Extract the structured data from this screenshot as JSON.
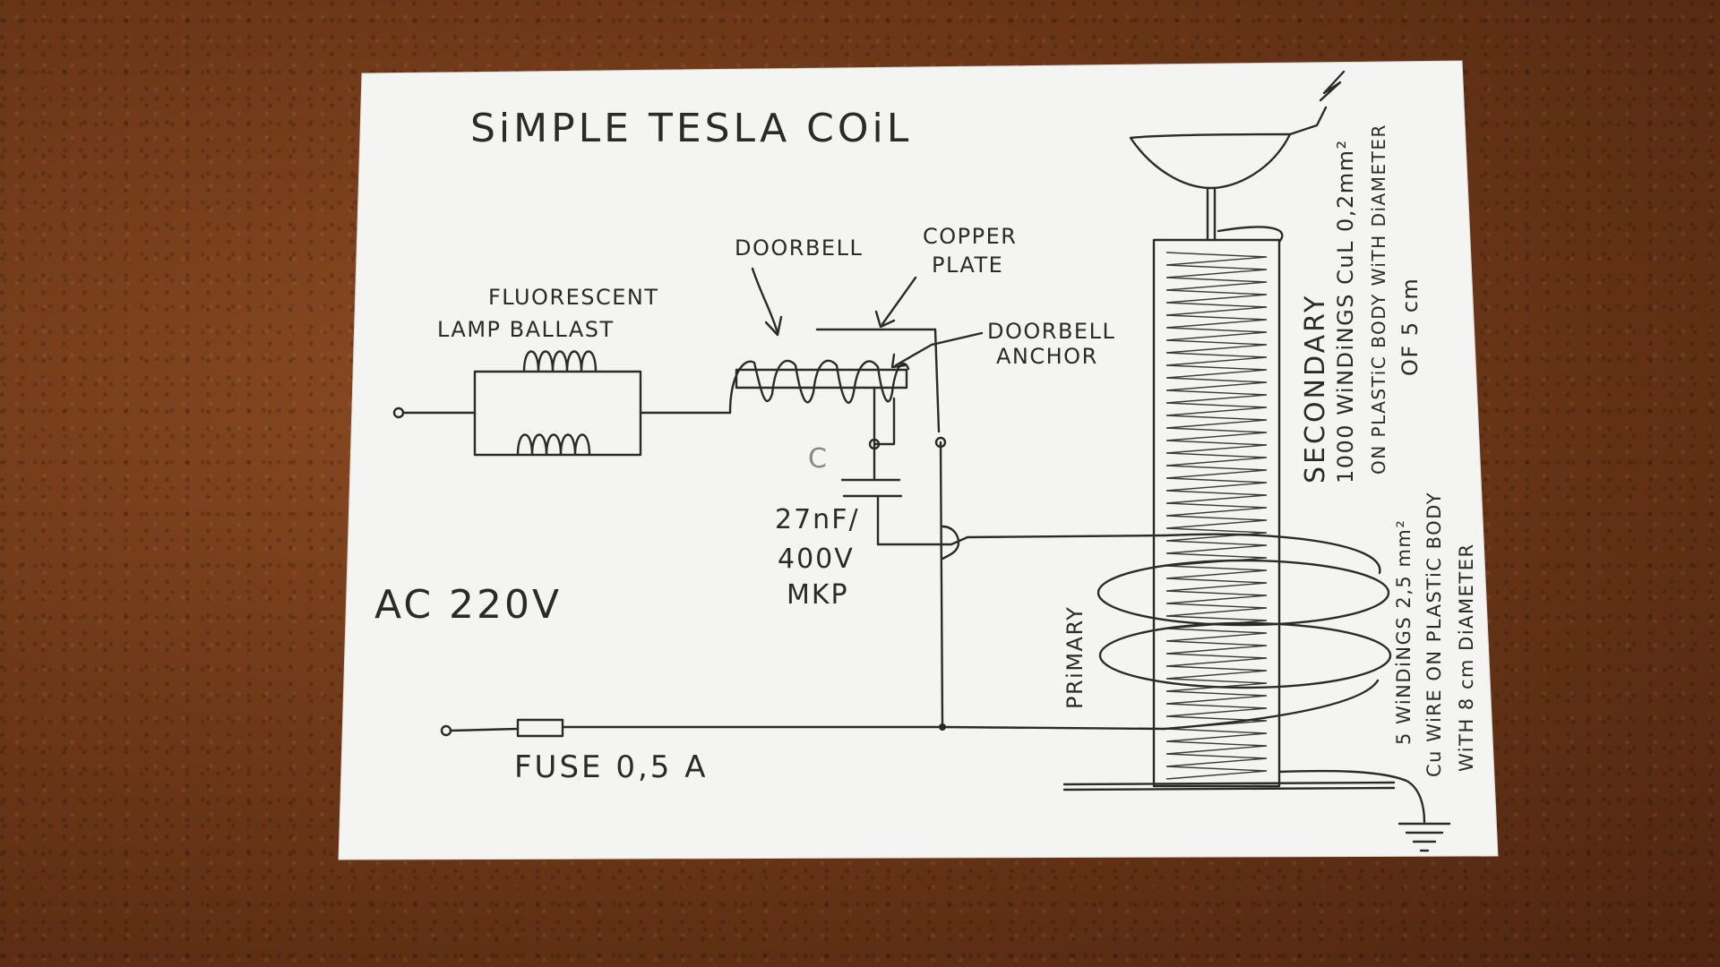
{
  "title": "SiMPLE TESLA COiL",
  "labels": {
    "ballast_line1": "FLUORESCENT",
    "ballast_line2": "LAMP BALLAST",
    "doorbell": "DOORBELL",
    "copper_line1": "COPPER",
    "copper_line2": "PLATE",
    "anchor_line1": "DOORBELL",
    "anchor_line2": "ANCHOR",
    "capacitor_symbol": "C",
    "cap_value_line1": "27nF/",
    "cap_value_line2": "400V",
    "cap_value_line3": "MKP",
    "supply": "AC 220V",
    "fuse": "FUSE 0,5 A",
    "primary": "PRiMARY",
    "secondary": "SECONDARY",
    "secondary_line1": "1000 WiNDiNGS CuL 0,2mm²",
    "secondary_line2": "ON PLASTiC BODY WiTH DiAMETER",
    "secondary_line3": "OF 5 cm",
    "primary_line1": "5 WiNDiNGS 2,5 mm²",
    "primary_line2": "Cu WiRE ON PLASTiC BODY",
    "primary_line3": "WiTH 8 cm DiAMETER"
  },
  "colors": {
    "paper": "#f4f4f2",
    "ink": "#2a2a2a",
    "carpet": "#6e3818"
  }
}
